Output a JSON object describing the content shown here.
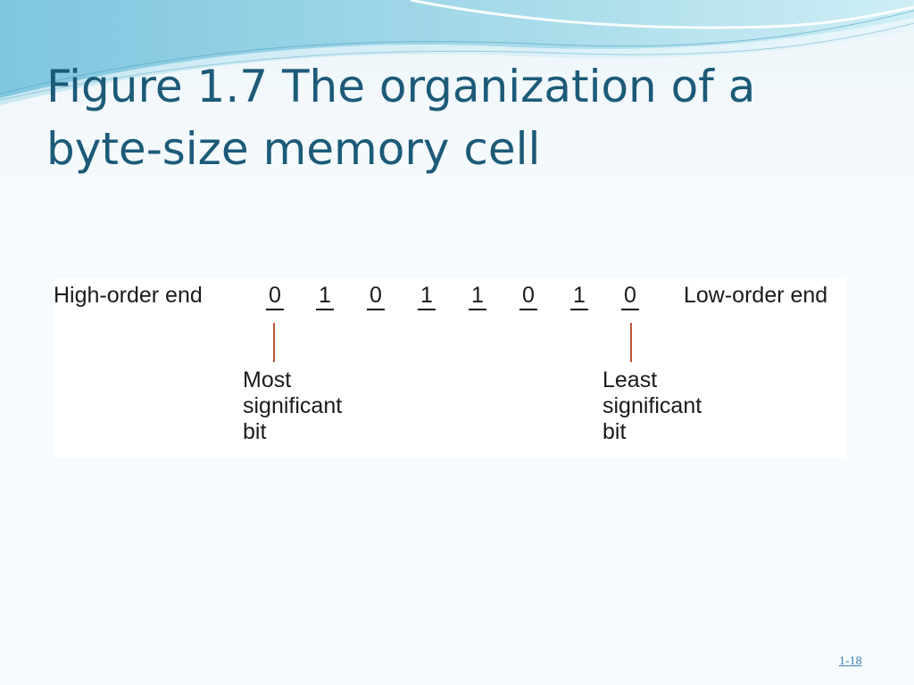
{
  "title": "Figure 1.7  The organization of a byte-size memory cell",
  "figure": {
    "high_end_label": "High-order end",
    "low_end_label": "Low-order end",
    "bits": [
      "0",
      "1",
      "0",
      "1",
      "1",
      "0",
      "1",
      "0"
    ],
    "msb_label": "Most\nsignificant\nbit",
    "lsb_label": "Least\nsignificant\nbit"
  },
  "slide_number": "1-18",
  "colors": {
    "title": "#1c5a78",
    "pointer": "#c0563a",
    "slide_number": "#3a7fb0"
  }
}
